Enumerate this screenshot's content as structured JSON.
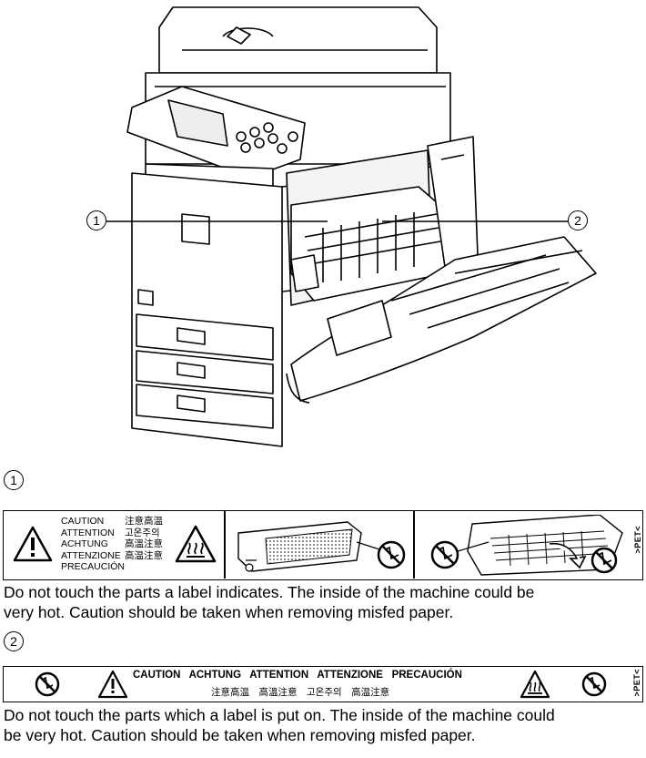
{
  "callouts": {
    "one": "1",
    "two": "2"
  },
  "label1": {
    "warnings": [
      {
        "en": "CAUTION",
        "asian": "注意高温"
      },
      {
        "en": "ATTENTION",
        "asian": "고온주의"
      },
      {
        "en": "ACHTUNG",
        "asian": "高溫注意"
      },
      {
        "en": "ATTENZIONE",
        "asian": "高温注意"
      },
      {
        "en": "PRECAUCIÓN",
        "asian": ""
      }
    ],
    "pet": ">PET<"
  },
  "para1": {
    "line1": "Do not touch the parts a label indicates. The inside of the machine could be",
    "line2": "very hot. Caution should be taken when removing misfed paper."
  },
  "label2": {
    "words": [
      "CAUTION",
      "ACHTUNG",
      "ATTENTION",
      "ATTENZIONE",
      "PRECAUCIÓN"
    ],
    "asian": "注意高温　高溫注意　고온주의　高温注意",
    "pet": ">PET<"
  },
  "para2": {
    "line1": "Do not touch the parts which a label is put on. The inside of the machine could",
    "line2": "be very hot. Caution should be taken when removing misfed paper."
  }
}
